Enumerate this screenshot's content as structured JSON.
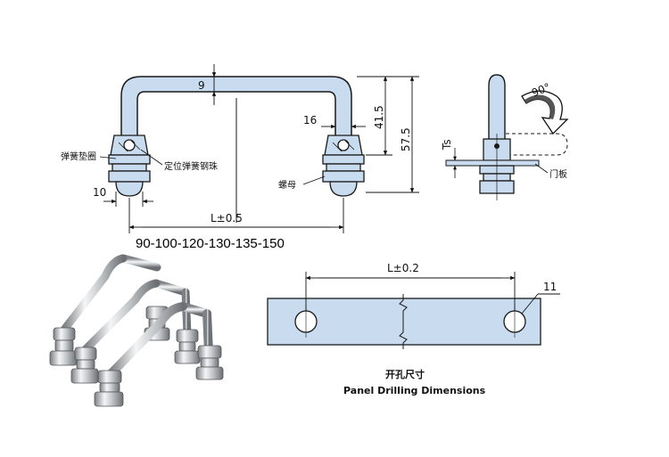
{
  "drawing": {
    "dims": {
      "bar_thickness": "9",
      "inner_width": "16",
      "height_inner": "41.5",
      "height_total": "57.5",
      "nut_width": "10",
      "length": "L±0.5",
      "ts": "Ts",
      "rotation": "90°"
    },
    "labels": {
      "spring_washer": "弹簧垫圈",
      "locating_ball": "定位弹簧钢珠",
      "nut": "螺母",
      "door_panel": "门板"
    },
    "length_series": "90-100-120-130-135-150",
    "drilling": {
      "length": "L±0.2",
      "hole_diameter": "11",
      "caption_cn": "开孔尺寸",
      "caption_en": "Panel Drilling Dimensions"
    }
  },
  "colors": {
    "steel_blue": "#c9dcef",
    "line": "#1a1a1a",
    "chrome": "#b9bcc0"
  }
}
